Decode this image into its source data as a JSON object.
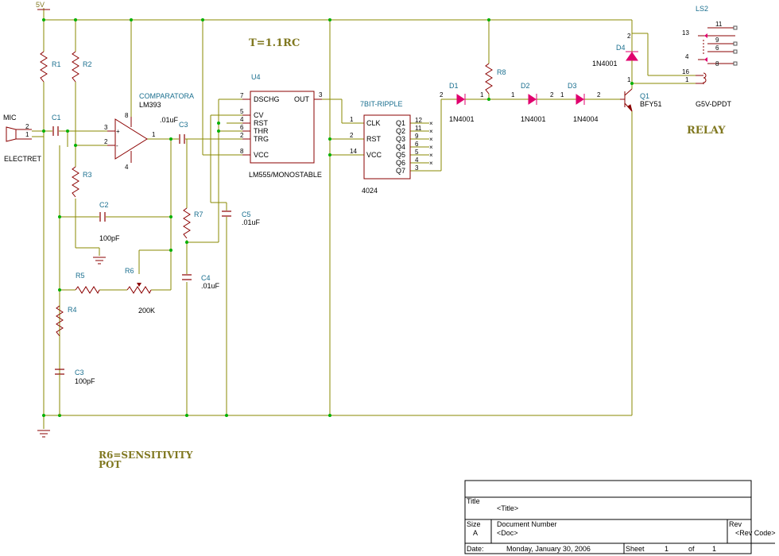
{
  "colors": {
    "wire": "#8a8a00",
    "part": "#8b0000",
    "diode": "#e0006e",
    "ref": "#1a6f8f",
    "note": "#807820"
  },
  "notes": {
    "timing": "T=1.1RC",
    "relay": "RELAY",
    "sensitivity_line1": "R6=SENSITIVITY",
    "sensitivity_line2": "POT"
  },
  "power": {
    "vcc": "5V"
  },
  "mic": {
    "ref": "MIC",
    "value": "ELECTRET"
  },
  "resistors": {
    "r1": "R1",
    "r2": "R2",
    "r3": "R3",
    "r4": "R4",
    "r5": "R5",
    "r6": "R6",
    "r6_value": "200K",
    "r7": "R7",
    "r8": "R8"
  },
  "capacitors": {
    "c1": "C1",
    "c2": "C2",
    "c2_value": "100pF",
    "c3": "C3",
    "c3_value": "100pF",
    "c3b": "C3",
    "c3b_value": ".01uF",
    "c4": "C4",
    "c4_value": ".01uF",
    "c5": "C5",
    "c5_value": ".01uF"
  },
  "comparator": {
    "ref": "COMPARATORA",
    "part": "LM393",
    "pin_plus": "3",
    "pin_minus": "2",
    "pin_out": "1",
    "pin_vcc": "8",
    "pin_gnd": "4"
  },
  "timer": {
    "ref": "U4",
    "part": "LM555/MONOSTABLE",
    "pins": [
      {
        "num": "7",
        "name": "DSCHG"
      },
      {
        "num": "5",
        "name": "CV"
      },
      {
        "num": "4",
        "name": "RST"
      },
      {
        "num": "6",
        "name": "THR"
      },
      {
        "num": "2",
        "name": "TRG"
      },
      {
        "num": "8",
        "name": "VCC"
      }
    ],
    "out_name": "OUT",
    "out_num": "3"
  },
  "counter": {
    "ref": "7BIT-RIPPLE",
    "part": "4024",
    "in_pins": [
      {
        "num": "1",
        "name": "CLK"
      },
      {
        "num": "2",
        "name": "RST"
      },
      {
        "num": "14",
        "name": "VCC"
      }
    ],
    "out_pins": [
      {
        "num": "12",
        "name": "Q1"
      },
      {
        "num": "11",
        "name": "Q2"
      },
      {
        "num": "9",
        "name": "Q3"
      },
      {
        "num": "6",
        "name": "Q4"
      },
      {
        "num": "5",
        "name": "Q5"
      },
      {
        "num": "4",
        "name": "Q6"
      },
      {
        "num": "3",
        "name": "Q7"
      }
    ]
  },
  "diodes": {
    "d1": "D1",
    "d1_value": "1N4001",
    "d2": "D2",
    "d2_value": "1N4001",
    "d3": "D3",
    "d3_value": "1N4004",
    "d4": "D4",
    "d4_value": "1N4001"
  },
  "transistor": {
    "ref": "Q1",
    "part": "BFY51"
  },
  "relay": {
    "ref": "LS2",
    "part": "G5V-DPDT",
    "pins": [
      "11",
      "13",
      "9",
      "6",
      "4",
      "8",
      "16",
      "1"
    ]
  },
  "titleblock": {
    "title_label": "Title",
    "title_value": "<Title>",
    "size_label": "Size",
    "size_value": "A",
    "docnum_label": "Document Number",
    "docnum_value": "<Doc>",
    "rev_label": "Rev",
    "rev_value": "<Rev Code>",
    "date_label": "Date:",
    "date_value": "Monday, January 30, 2006",
    "sheet_label": "Sheet",
    "sheet_value": "1",
    "of_label": "of",
    "of_value": "1"
  }
}
